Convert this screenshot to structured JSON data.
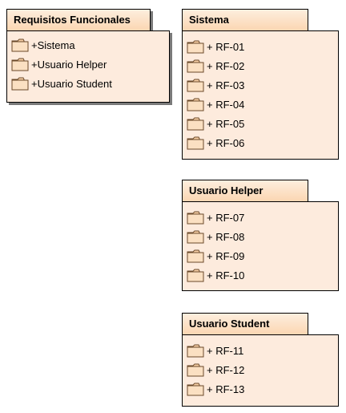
{
  "packages": {
    "requisitos": {
      "title": "Requisitos Funcionales",
      "items": [
        "+Sistema",
        "+Usuario Helper",
        "+Usuario Student"
      ]
    },
    "sistema": {
      "title": "Sistema",
      "items": [
        "+ RF-01",
        "+ RF-02",
        "+ RF-03",
        "+ RF-04",
        "+ RF-05",
        "+ RF-06"
      ]
    },
    "helper": {
      "title": "Usuario Helper",
      "items": [
        "+ RF-07",
        "+ RF-08",
        "+ RF-09",
        "+ RF-10"
      ]
    },
    "student": {
      "title": "Usuario Student",
      "items": [
        "+ RF-11",
        "+ RF-12",
        "+ RF-13"
      ]
    }
  },
  "icons": {
    "item": "package-folder-icon"
  },
  "colors": {
    "tab": "#fbd6b2",
    "body": "#fdebdd",
    "border": "#000000"
  }
}
